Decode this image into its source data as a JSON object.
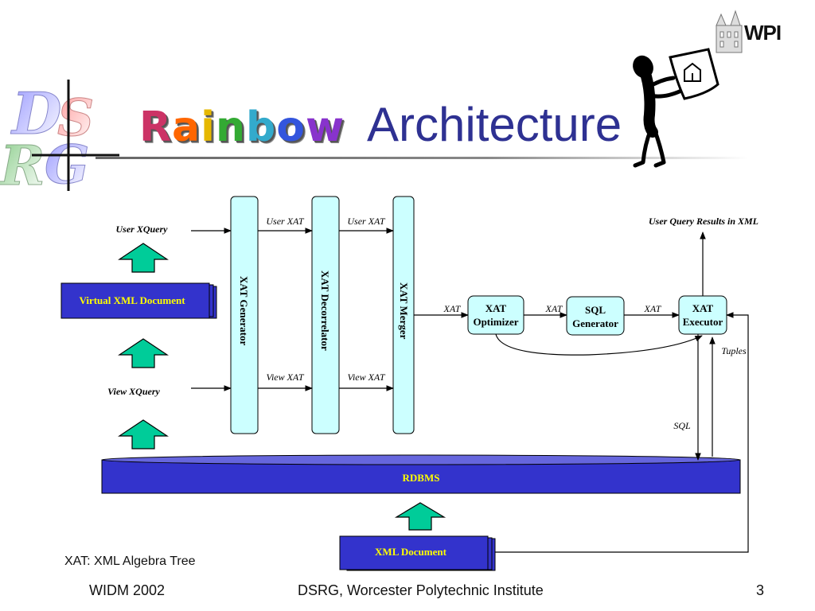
{
  "title": {
    "word1": "Rainbow",
    "word2": "Architecture"
  },
  "logos": {
    "dsrg": "DS RG",
    "wpi": "WPI"
  },
  "colors": {
    "title_blue": "#2e3192",
    "box_fill": "#ccffff",
    "doc_fill": "#3333cc",
    "doc_text": "#ffff00",
    "arrow_fill": "#00cc99"
  },
  "diagram": {
    "left_labels": {
      "user_xquery": "User XQuery",
      "view_xquery": "View  XQuery"
    },
    "virtual_doc": "Virtual XML Document",
    "columns": {
      "generator": "XAT Generator",
      "decorrelator": "XAT Decorrelator",
      "merger": "XAT Merger"
    },
    "edge_labels": {
      "user_xat_1": "User XAT",
      "user_xat_2": "User XAT",
      "view_xat_1": "View XAT",
      "view_xat_2": "View XAT",
      "xat_1": "XAT",
      "xat_2": "XAT",
      "xat_3": "XAT",
      "tuples": "Tuples",
      "sql": "SQL"
    },
    "optimizer": [
      "XAT",
      "Optimizer"
    ],
    "sql_generator": [
      "SQL",
      "Generator"
    ],
    "executor": [
      "XAT",
      "Executor"
    ],
    "results": "User Query Results in XML",
    "rdbms": "RDBMS",
    "xml_doc": "XML Document"
  },
  "note": "XAT: XML Algebra Tree",
  "footer": {
    "left": "WIDM 2002",
    "center": "DSRG, Worcester Polytechnic Institute",
    "page": "3"
  }
}
